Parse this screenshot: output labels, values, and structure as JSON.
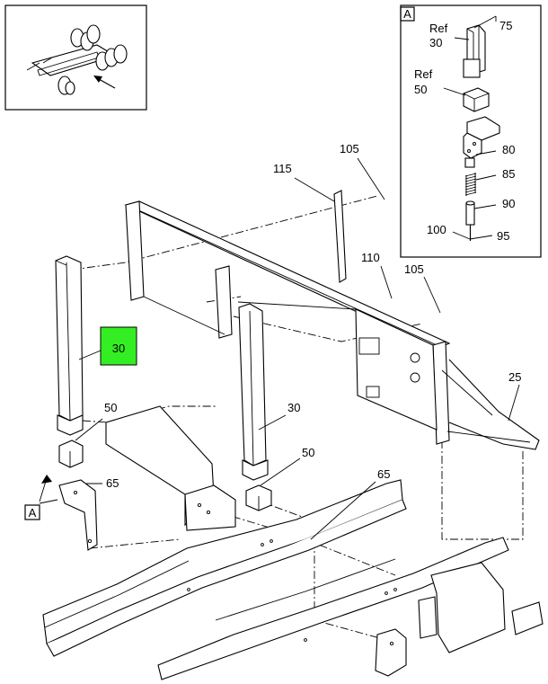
{
  "callouts": {
    "c105a": "105",
    "c115": "115",
    "c110": "110",
    "c105b": "105",
    "c25": "25",
    "c30_main": "30",
    "c30_right": "30",
    "c50_left": "50",
    "c50_right": "50",
    "c65_left": "65",
    "c65_right": "65"
  },
  "highlight": {
    "label": "30",
    "color": "#33ee22"
  },
  "view_flag": "A",
  "detail": {
    "flag": "A",
    "ref1_small": "Ref",
    "ref1_num": "30",
    "ref2_small": "Ref",
    "ref2_num": "50",
    "c75": "75",
    "c80": "80",
    "c85": "85",
    "c90": "90",
    "c95": "95",
    "c100": "100"
  }
}
